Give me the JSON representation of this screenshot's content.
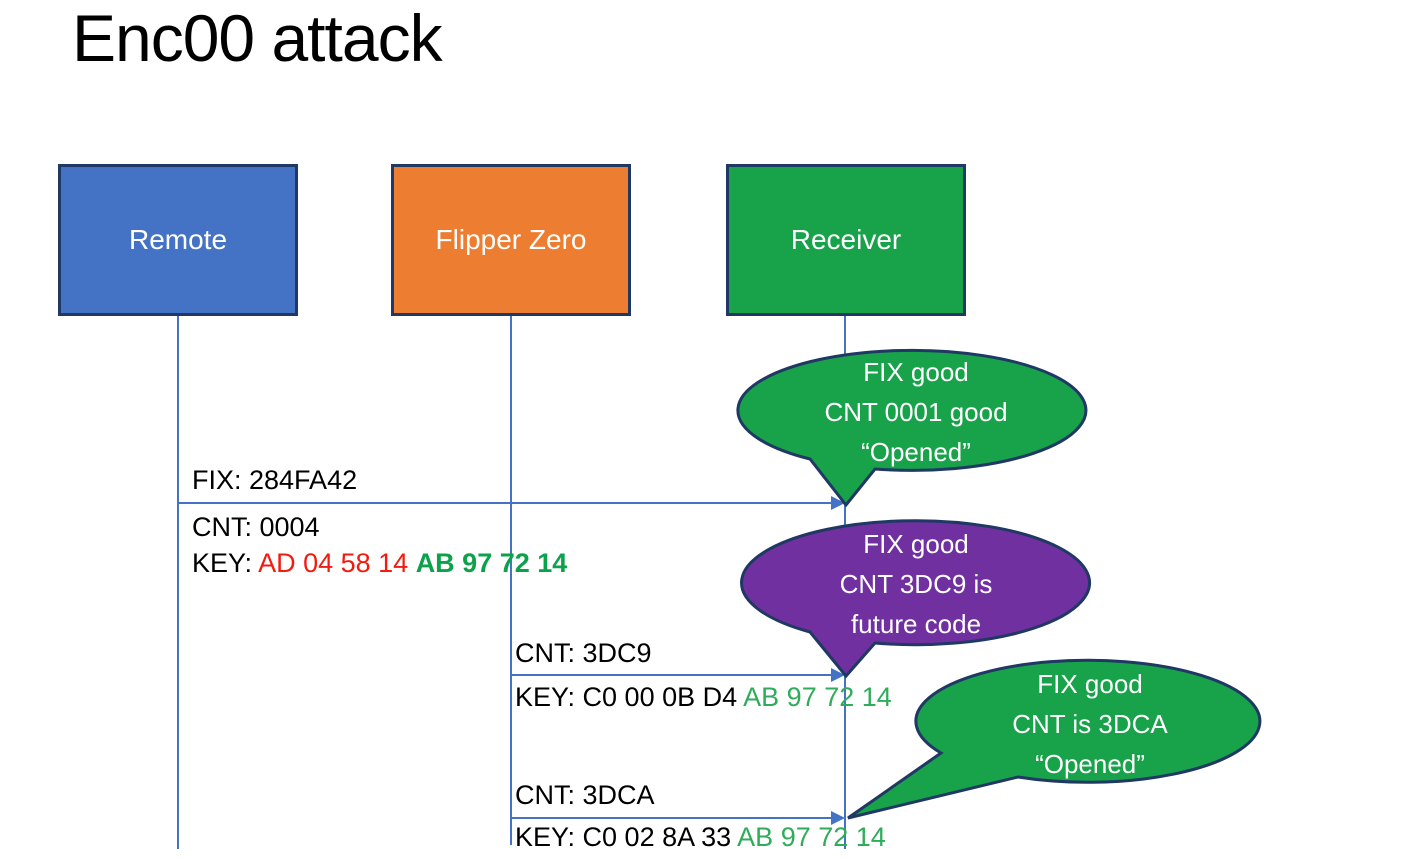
{
  "title": "Enc00 attack",
  "colors": {
    "remote_blue": "#4472C4",
    "flipper_orange": "#ED7D31",
    "receiver_green": "#18A24A",
    "callout_green": "#18A24A",
    "callout_purple": "#7030A0",
    "outline_navy": "#1F3864",
    "line_blue": "#4472C4",
    "key_red": "#F31B10",
    "key_green_bold": "#0CA24B",
    "key_green": "#2FAC5B"
  },
  "actors": [
    {
      "id": "remote",
      "label": "Remote"
    },
    {
      "id": "flipper-zero",
      "label": "Flipper Zero"
    },
    {
      "id": "receiver",
      "label": "Receiver"
    }
  ],
  "messages": [
    {
      "from": "Remote",
      "to": "Receiver",
      "fix": "FIX: 284FA42",
      "cnt": "CNT: 0004",
      "key_prefix": "KEY: ",
      "key_red": "AD 04 58 14 ",
      "key_green": "AB 97 72 14"
    },
    {
      "from": "Flipper Zero",
      "to": "Receiver",
      "cnt": "CNT: 3DC9",
      "key_prefix": "KEY: C0 00 0B D4 ",
      "key_green": "AB 97 72 14"
    },
    {
      "from": "Flipper Zero",
      "to": "Receiver",
      "cnt": "CNT: 3DCA",
      "key_prefix": "KEY: C0 02 8A 33 ",
      "key_green": "AB 97 72 14"
    }
  ],
  "callouts": [
    {
      "color": "green",
      "lines": [
        "FIX good",
        "CNT 0001 good",
        "“Opened”"
      ]
    },
    {
      "color": "purple",
      "lines": [
        "FIX good",
        "CNT 3DC9 is",
        "future code"
      ]
    },
    {
      "color": "green",
      "lines": [
        "FIX good",
        "CNT is 3DCA",
        "“Opened”"
      ]
    }
  ]
}
